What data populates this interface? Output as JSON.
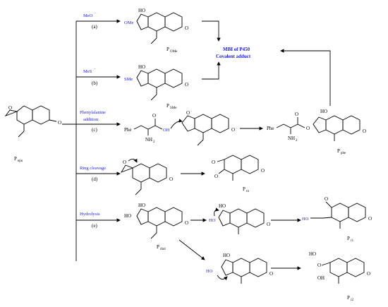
{
  "labels": {
    "meo": "MeO",
    "meo_sup": "−",
    "ome": "OMe",
    "mes": "MeS",
    "mes_sup": "−",
    "sme": "SMe",
    "phe_add_1": "Phenylalanine",
    "phe_add_2": "addition",
    "ring_cleavage": "Ring cleavage",
    "hydrolysis": "Hydrolysis",
    "ho": "HO",
    "oh": "OH",
    "o": "O",
    "phe": "Phe",
    "nh2": "NH",
    "nh2_sub": "2",
    "mbi_line1": "MBI of P450",
    "mbi_line2": "Covalent adduct"
  },
  "pathways": [
    {
      "id": "a",
      "label": "(a)"
    },
    {
      "id": "b",
      "label": "(b)"
    },
    {
      "id": "c",
      "label": "(c)"
    },
    {
      "id": "d",
      "label": "(d)"
    },
    {
      "id": "e",
      "label": "(e)"
    }
  ],
  "products": {
    "epo": {
      "main": "P",
      "sub": "epo"
    },
    "ome": {
      "main": "P",
      "sub": "OMe"
    },
    "sme": {
      "main": "P",
      "sub": "SMe"
    },
    "phe": {
      "main": "P",
      "sub": "phe"
    },
    "ro": {
      "main": "P",
      "sub": "ro"
    },
    "diol": {
      "main": "P",
      "sub": "diol"
    },
    "r1": {
      "main": "P",
      "sub": "r1"
    },
    "r2": {
      "main": "P",
      "sub": "r2"
    }
  }
}
